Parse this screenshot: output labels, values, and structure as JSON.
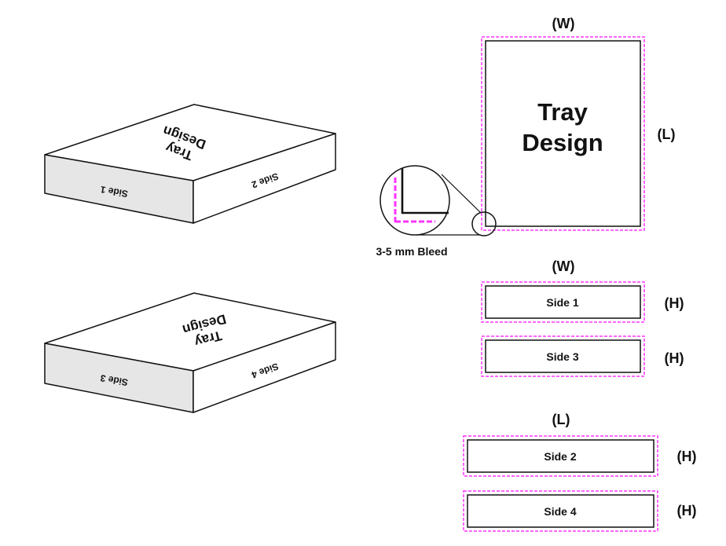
{
  "tray_top": {
    "design_line1": "Tray",
    "design_line2": "Design",
    "side_a": "Side 1",
    "side_b": "Side 2"
  },
  "tray_bottom": {
    "design_line1": "Tray",
    "design_line2": "Design",
    "side_a": "Side 3",
    "side_b": "Side 4"
  },
  "bleed": {
    "label": "3-5 mm Bleed"
  },
  "dimensions": {
    "width": "(W)",
    "length": "(L)",
    "height": "(H)"
  },
  "flats": {
    "design_line1": "Tray",
    "design_line2": "Design",
    "side1": "Side 1",
    "side2": "Side 2",
    "side3": "Side 3",
    "side4": "Side 4"
  },
  "colors": {
    "bleed_line": "#ff33ff",
    "side_fill": "#e6e6e6",
    "stroke": "#111111"
  }
}
